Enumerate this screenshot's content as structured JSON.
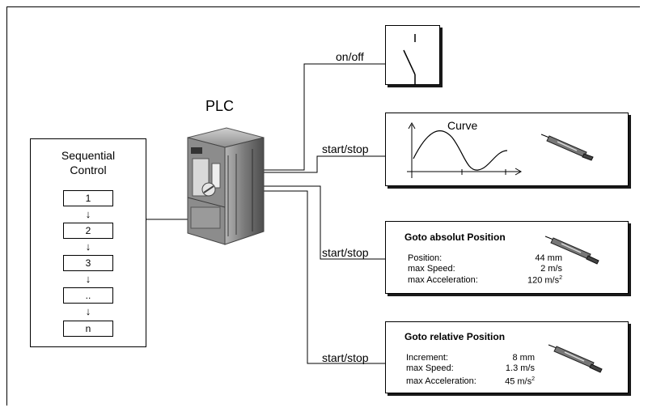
{
  "plc": {
    "title": "PLC"
  },
  "sequential": {
    "title_line1": "Sequential",
    "title_line2": "Control",
    "steps": [
      "1",
      "2",
      "3",
      "..",
      "n"
    ]
  },
  "connections": {
    "switch_label": "on/off",
    "curve_label": "start/stop",
    "absolute_label": "start/stop",
    "relative_label": "start/stop"
  },
  "curve": {
    "title": "Curve"
  },
  "absolute": {
    "title": "Goto absolut  Position",
    "rows": [
      {
        "label": "Position:",
        "value": "44 mm"
      },
      {
        "label": "max Speed:",
        "value": "2 m/s"
      },
      {
        "label": "max Acceleration:",
        "value": "120 m/s",
        "sup": "2"
      }
    ]
  },
  "relative": {
    "title": "Goto relative Position",
    "rows": [
      {
        "label": "Increment:",
        "value": "8 mm"
      },
      {
        "label": "max Speed:",
        "value": "1.3 m/s"
      },
      {
        "label": "max Acceleration:",
        "value": "45 m/s",
        "sup": "2"
      }
    ]
  }
}
